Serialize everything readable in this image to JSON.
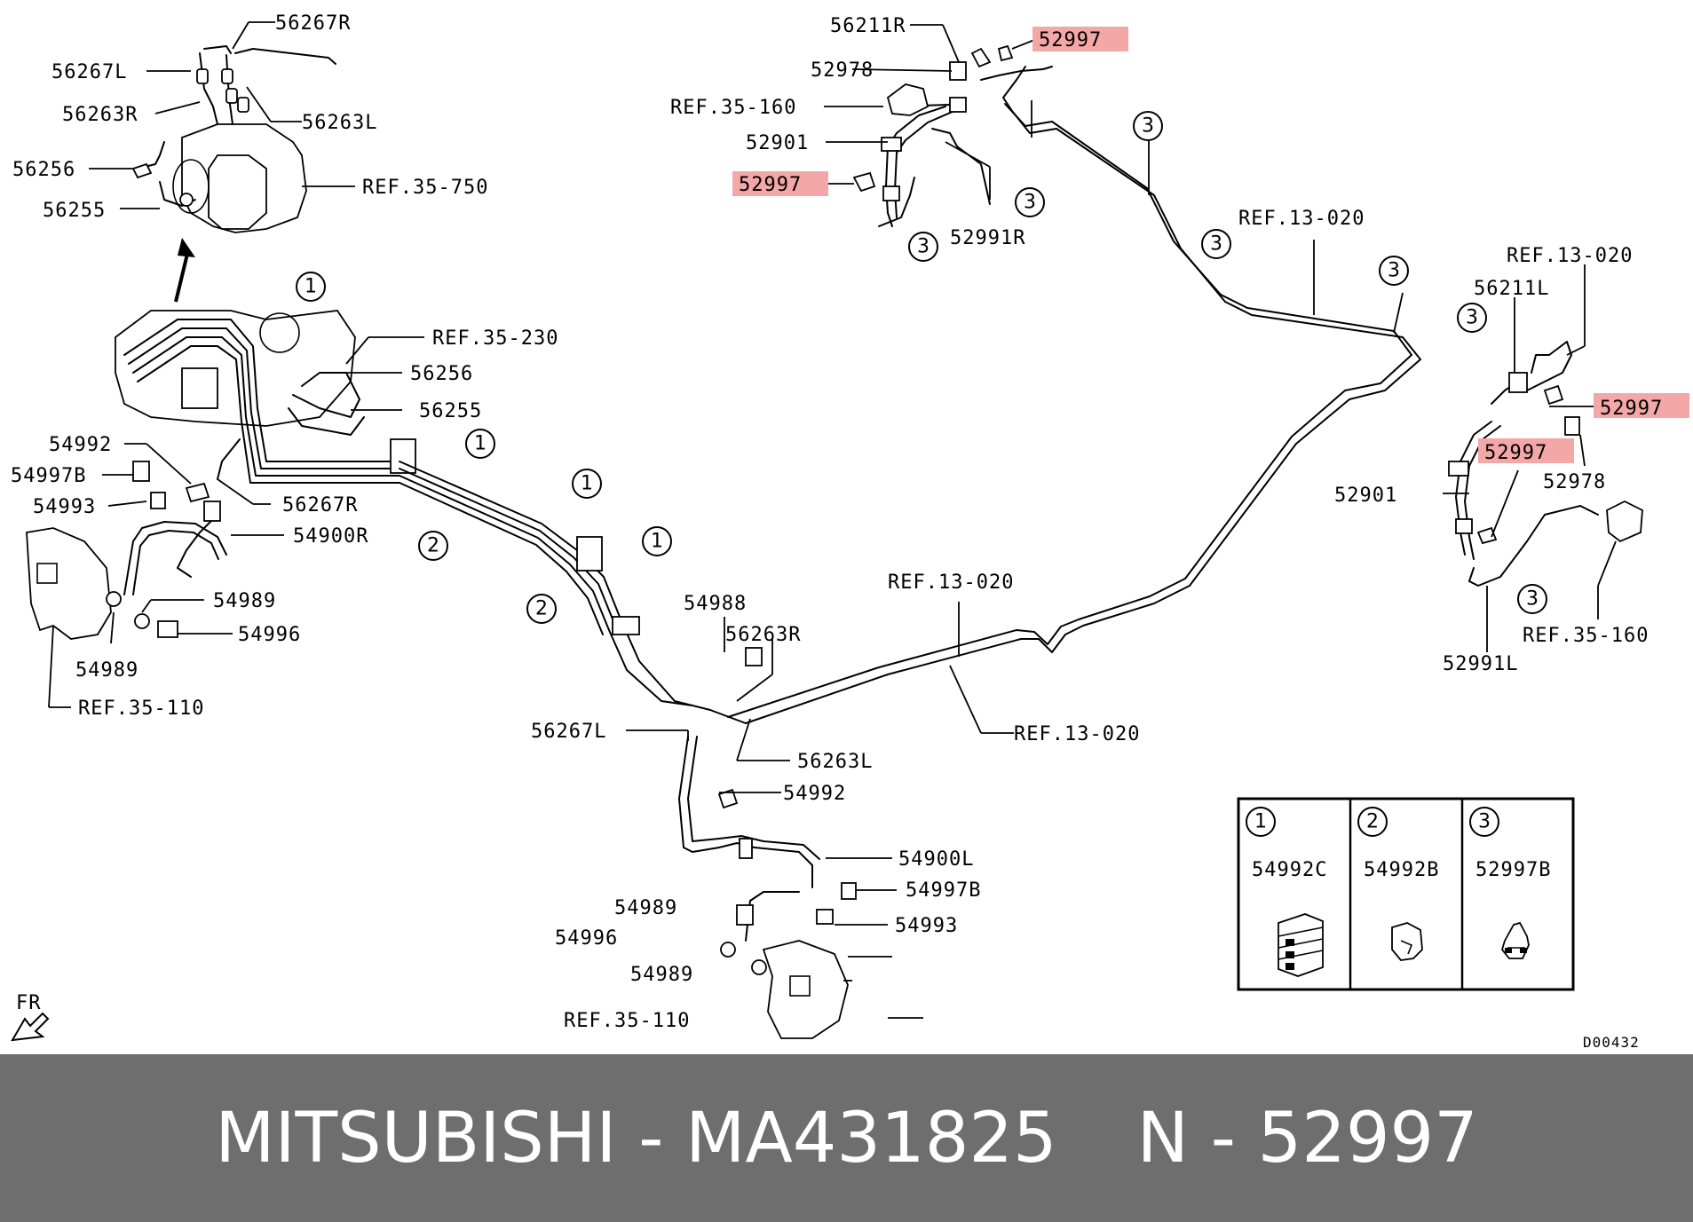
{
  "labels": {
    "l56267R_top": "56267R",
    "l56267L_top": "56267L",
    "l56263R_top": "56263R",
    "l56263L_top": "56263L",
    "l56256_top": "56256",
    "l56255_top": "56255",
    "ref35750": "REF.35-750",
    "ref35230": "REF.35-230",
    "l56256_mid": "56256",
    "l56255_mid": "56255",
    "l54992_left": "54992",
    "l54997B_left": "54997B",
    "l54993_left": "54993",
    "l56267R_mid": "56267R",
    "l54900R": "54900R",
    "l54989_a": "54989",
    "l54996_left": "54996",
    "l54989_b": "54989",
    "ref35110_left": "REF.35-110",
    "l56211R": "56211R",
    "l52997_a": "52997",
    "l52978_top": "52978",
    "ref35160_top": "REF.35-160",
    "l52901_top": "52901",
    "l52997_b": "52997",
    "l52991R": "52991R",
    "ref13020_a": "REF.13-020",
    "ref13020_b": "REF.13-020",
    "l56211L": "56211L",
    "l52997_c": "52997",
    "l52997_d": "52997",
    "l52978_right": "52978",
    "l52901_right": "52901",
    "ref35160_right": "REF.35-160",
    "l52991L": "52991L",
    "ref13020_c": "REF.13-020",
    "ref13020_d": "REF.13-020",
    "l54988": "54988",
    "l56263R_mid": "56263R",
    "l56267L_mid": "56267L",
    "l56263L_mid": "56263L",
    "l54992_bot": "54992",
    "l54900L": "54900L",
    "l54997B_bot": "54997B",
    "l54989_c": "54989",
    "l54996_bot": "54996",
    "l54993_bot": "54993",
    "l54989_d": "54989",
    "ref35110_bot": "REF.35-110",
    "fr": "FR",
    "code": "D00432"
  },
  "callouts": [
    "1",
    "2",
    "3"
  ],
  "legend": {
    "items": [
      {
        "number": "1",
        "part": "54992C"
      },
      {
        "number": "2",
        "part": "54992B"
      },
      {
        "number": "3",
        "part": "52997B"
      }
    ]
  },
  "footer": {
    "brand_part": "MITSUBISHI - MA431825",
    "alt_part": "N - 52997"
  },
  "colors": {
    "highlight": "#f4a7a7",
    "footer_bg": "#6e6e6e",
    "footer_text": "#ffffff"
  }
}
